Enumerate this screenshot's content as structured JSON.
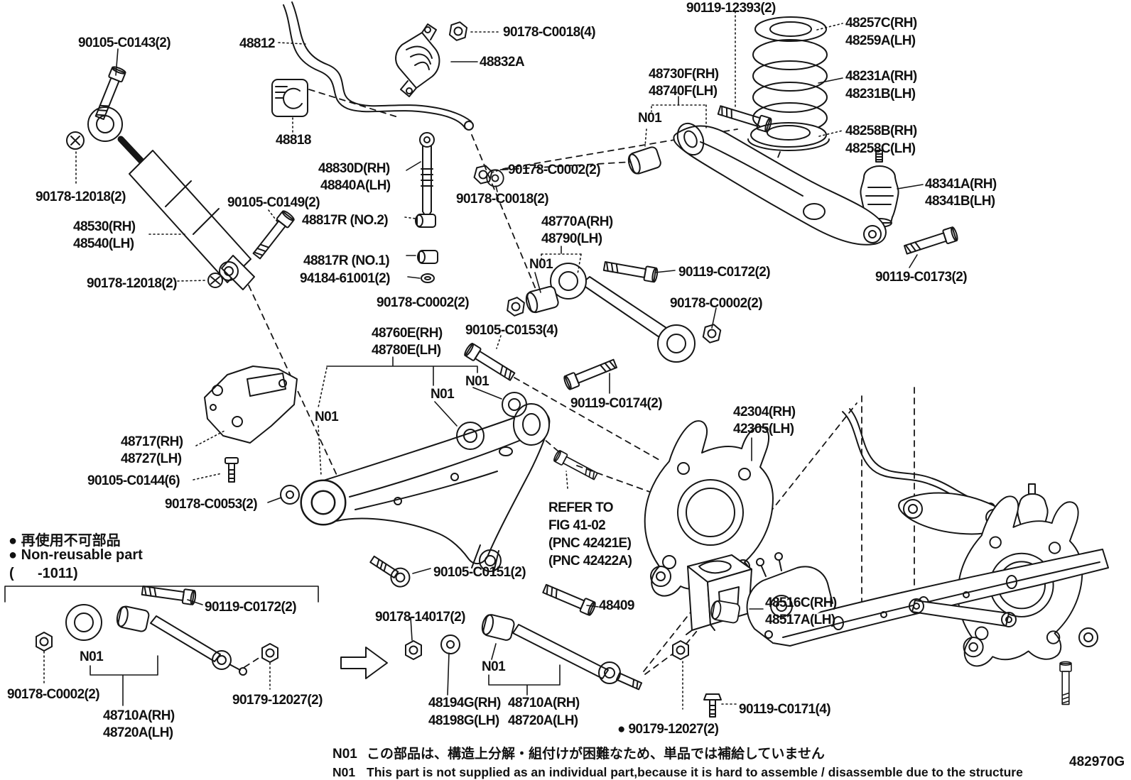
{
  "figure_code": "482970G",
  "legend": {
    "jp": "● 再使用不可部品",
    "en": "● Non-reusable part"
  },
  "applicability": "(      -1011)",
  "notes": [
    {
      "tag": "N01",
      "text": "この部品は、構造上分解・組付けが困難なため、単品では補給していません"
    },
    {
      "tag": "N01",
      "text": "This part is not supplied as an individual part,because it is hard to assemble / disassemble due to the structure"
    }
  ],
  "labels": [
    {
      "text": "90105-C0143(2)"
    },
    {
      "text": "48812"
    },
    {
      "text": "90178-C0018(4)"
    },
    {
      "text": "48832A"
    },
    {
      "text": "90119-12393(2)"
    },
    {
      "text": "48257C(RH)"
    },
    {
      "text": "48259A(LH)"
    },
    {
      "text": "48730F(RH)"
    },
    {
      "text": "48740F(LH)"
    },
    {
      "text": "48231A(RH)"
    },
    {
      "text": "48231B(LH)"
    },
    {
      "text": "N01"
    },
    {
      "text": "48818"
    },
    {
      "text": "48258B(RH)"
    },
    {
      "text": "48258C(LH)"
    },
    {
      "text": "48830D(RH)"
    },
    {
      "text": "48840A(LH)"
    },
    {
      "text": "90178-C0002(2)"
    },
    {
      "text": "48341A(RH)"
    },
    {
      "text": "48341B(LH)"
    },
    {
      "text": "90178-12018(2)"
    },
    {
      "text": "90105-C0149(2)"
    },
    {
      "text": "90178-C0018(2)"
    },
    {
      "text": "48817R (NO.2)"
    },
    {
      "text": "48530(RH)"
    },
    {
      "text": "48540(LH)"
    },
    {
      "text": "48770A(RH)"
    },
    {
      "text": "48790(LH)"
    },
    {
      "text": "90119-C0172(2)"
    },
    {
      "text": "90119-C0173(2)"
    },
    {
      "text": "48817R (NO.1)"
    },
    {
      "text": "94184-61001(2)"
    },
    {
      "text": "90178-12018(2)"
    },
    {
      "text": "N01"
    },
    {
      "text": "90178-C0002(2)"
    },
    {
      "text": "90178-C0002(2)"
    },
    {
      "text": "48760E(RH)"
    },
    {
      "text": "48780E(LH)"
    },
    {
      "text": "90105-C0153(4)"
    },
    {
      "text": "N01"
    },
    {
      "text": "N01"
    },
    {
      "text": "N01"
    },
    {
      "text": "90119-C0174(2)"
    },
    {
      "text": "42304(RH)"
    },
    {
      "text": "42305(LH)"
    },
    {
      "text": "48717(RH)"
    },
    {
      "text": "48727(LH)"
    },
    {
      "text": "90105-C0144(6)"
    },
    {
      "text": "90178-C0053(2)"
    },
    {
      "text": "REFER TO"
    },
    {
      "text": "FIG 41-02"
    },
    {
      "text": "(PNC 42421E)"
    },
    {
      "text": "(PNC 42422A)"
    },
    {
      "text": "90119-C0172(2)"
    },
    {
      "text": "90105-C0151(2)"
    },
    {
      "text": "90178-14017(2)"
    },
    {
      "text": "48409"
    },
    {
      "text": "48516C(RH)"
    },
    {
      "text": "48517A(LH)"
    },
    {
      "text": "N01"
    },
    {
      "text": "N01"
    },
    {
      "text": "90178-C0002(2)"
    },
    {
      "text": "90179-12027(2)"
    },
    {
      "text": "48710A(RH)"
    },
    {
      "text": "48720A(LH)"
    },
    {
      "text": "48194G(RH)"
    },
    {
      "text": "48198G(LH)"
    },
    {
      "text": "48710A(RH)"
    },
    {
      "text": "48720A(LH)"
    },
    {
      "text": "● 90179-12027(2)"
    },
    {
      "text": "90119-C0171(4)"
    }
  ]
}
